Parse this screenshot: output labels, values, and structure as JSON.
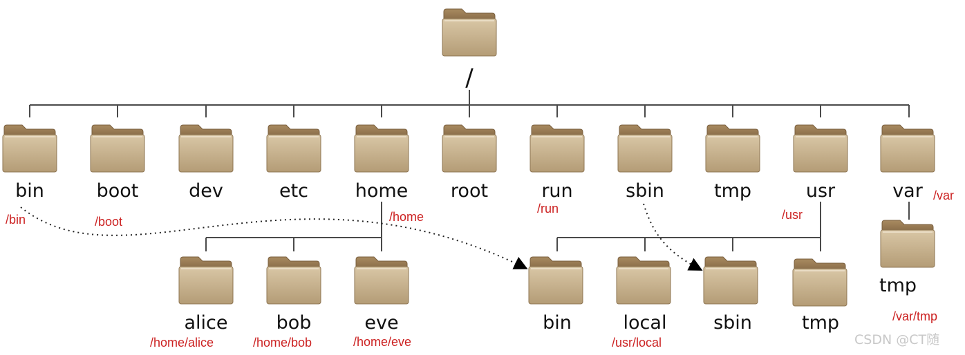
{
  "diagram": {
    "root": {
      "name": "/"
    },
    "top_level": [
      {
        "id": "bin",
        "name": "bin",
        "path": "/bin"
      },
      {
        "id": "boot",
        "name": "boot",
        "path": "/boot"
      },
      {
        "id": "dev",
        "name": "dev",
        "path": ""
      },
      {
        "id": "etc",
        "name": "etc",
        "path": ""
      },
      {
        "id": "home",
        "name": "home",
        "path": "/home"
      },
      {
        "id": "root",
        "name": "root",
        "path": ""
      },
      {
        "id": "run",
        "name": "run",
        "path": "/run"
      },
      {
        "id": "sbin",
        "name": "sbin",
        "path": ""
      },
      {
        "id": "tmp",
        "name": "tmp",
        "path": ""
      },
      {
        "id": "usr",
        "name": "usr",
        "path": "/usr"
      },
      {
        "id": "var",
        "name": "var",
        "path": "/var"
      }
    ],
    "home_children": [
      {
        "id": "alice",
        "name": "alice",
        "path": "/home/alice"
      },
      {
        "id": "bob",
        "name": "bob",
        "path": "/home/bob"
      },
      {
        "id": "eve",
        "name": "eve",
        "path": "/home/eve"
      }
    ],
    "usr_children": [
      {
        "id": "usr-bin",
        "name": "bin",
        "path": ""
      },
      {
        "id": "usr-local",
        "name": "local",
        "path": "/usr/local"
      },
      {
        "id": "usr-sbin",
        "name": "sbin",
        "path": ""
      },
      {
        "id": "usr-tmp",
        "name": "tmp",
        "path": ""
      }
    ],
    "var_children": [
      {
        "id": "var-tmp",
        "name": "tmp",
        "path": "/var/tmp"
      }
    ],
    "links": [
      {
        "from": "bin",
        "to": "usr-bin"
      },
      {
        "from": "sbin",
        "to": "usr-sbin"
      }
    ],
    "colors": {
      "folder_body": "#c8b28f",
      "folder_tab": "#9e8058",
      "connector": "#4a4a4a",
      "path_label": "#cc2222"
    },
    "watermark": "CSDN @CT随"
  }
}
